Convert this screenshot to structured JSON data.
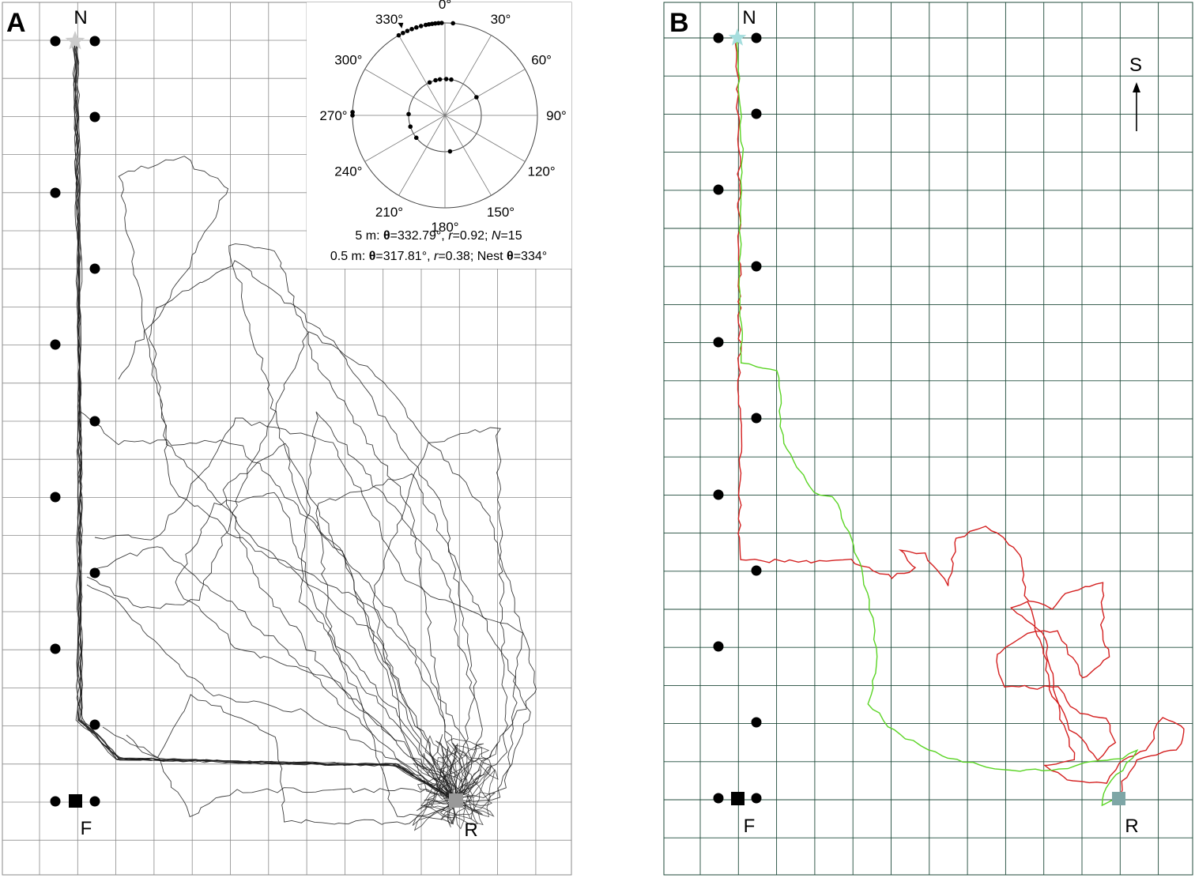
{
  "panel_a": {
    "letter": "A",
    "nest_label": "N",
    "feeder_label": "F",
    "release_label": "R",
    "polar": {
      "angle_labels": [
        "0°",
        "30°",
        "60°",
        "90°",
        "120°",
        "150°",
        "180°",
        "210°",
        "240°",
        "270°",
        "300°",
        "330°"
      ],
      "stats_line1": {
        "p1": "5 m: ",
        "theta": "θ",
        "p2": "=332.79°, ",
        "r": "r",
        "p3": "=0.92; ",
        "n": "N",
        "p4": "=15"
      },
      "stats_line2": {
        "p1": "0.5 m: ",
        "theta": "θ",
        "p2": "=317.81°, ",
        "r": "r",
        "p3": "=0.38; Nest ",
        "theta2": "θ",
        "p4": "=334°"
      },
      "outer_headings_deg": [
        270,
        272,
        330,
        333,
        336,
        339,
        342,
        345,
        348,
        350,
        352,
        354,
        356,
        358,
        5
      ],
      "inner_headings_deg": [
        232,
        252,
        272,
        335,
        345,
        352,
        2,
        10,
        60,
        172
      ]
    },
    "colors": {
      "grid": "#8a8a8a",
      "track": "#1a1a1a",
      "nest_star": "#cccccc",
      "release_square": "#999999"
    }
  },
  "panel_b": {
    "letter": "B",
    "nest_label": "N",
    "feeder_label": "F",
    "release_label": "R",
    "compass_label": "S",
    "colors": {
      "grid": "#1f4a3a",
      "track_red": "#d42020",
      "track_green": "#5ad424",
      "nest_star": "#a6dede",
      "release_square": "#7ea6a6"
    }
  }
}
